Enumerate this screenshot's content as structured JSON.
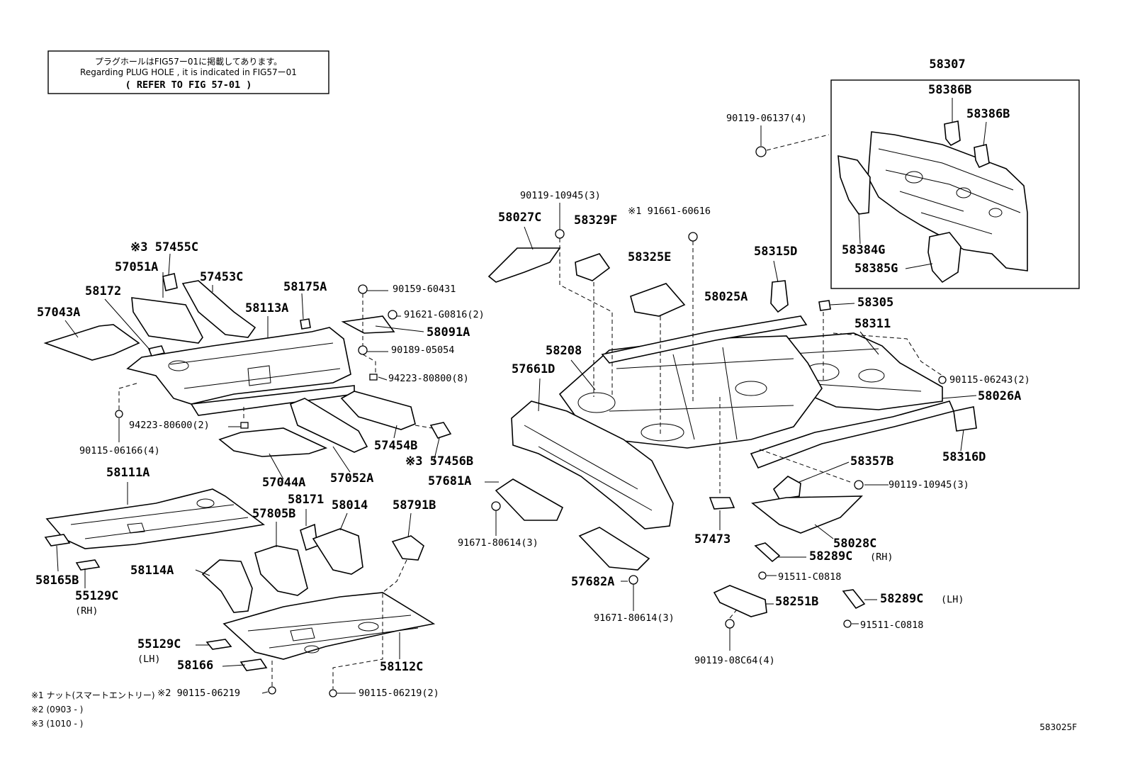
{
  "notice": {
    "line1": "プラグホールはFIG57ー01に掲載してあります。",
    "line2": "Regarding PLUG HOLE , it is indicated in FIG57ー01",
    "line3": "( REFER TO FIG 57-01 )"
  },
  "diagram_code": "583025F",
  "footnotes": [
    "※1 ナット(スマートエントリー)",
    "※2 (0903 -        )",
    "※3 (1010 -        )"
  ],
  "parts": {
    "p58307": "58307",
    "p58386B_a": "58386B",
    "p58386B_b": "58386B",
    "p58384G": "58384G",
    "p58385G": "58385G",
    "p90119_06137": "90119-06137(4)",
    "p90119_10945_a": "90119-10945(3)",
    "p58027C": "58027C",
    "p58329F": "58329F",
    "p91661_60616": "※1 91661-60616",
    "p58325E": "58325E",
    "p58315D": "58315D",
    "p58025A": "58025A",
    "p58305": "58305",
    "p58311": "58311",
    "p58208": "58208",
    "p57661D": "57661D",
    "p90115_06243": "90115-06243(2)",
    "p58026A": "58026A",
    "p58316D": "58316D",
    "p58357B": "58357B",
    "p90119_10945_b": "90119-10945(3)",
    "p57681A": "57681A",
    "p91671_80614_a": "91671-80614(3)",
    "p57473": "57473",
    "p58028C": "58028C",
    "p58289C_rh": "58289C",
    "rh_a": "(RH)",
    "p91511_C0818_a": "91511-C0818",
    "p57682A": "57682A",
    "p58251B": "58251B",
    "p58289C_lh": "58289C",
    "lh_a": "(LH)",
    "p91671_80614_b": "91671-80614(3)",
    "p91511_C0818_b": "91511-C0818",
    "p90119_08C64": "90119-08C64(4)",
    "p57455C": "※3 57455C",
    "p57051A": "57051A",
    "p57453C": "57453C",
    "p58172": "58172",
    "p58175A": "58175A",
    "p58113A": "58113A",
    "p57043A": "57043A",
    "p90159_60431": "90159-60431",
    "p91621_G0816": "91621-G0816(2)",
    "p58091A": "58091A",
    "p90189_05054": "90189-05054",
    "p94223_80800": "94223-80800(8)",
    "p94223_80600": "94223-80600(2)",
    "p90115_06166": "90115-06166(4)",
    "p57454B": "57454B",
    "p57456B": "※3 57456B",
    "p57044A": "57044A",
    "p57052A": "57052A",
    "p58111A": "58111A",
    "p58171": "58171",
    "p58014": "58014",
    "p58791B": "58791B",
    "p57805B": "57805B",
    "p58114A": "58114A",
    "p58165B": "58165B",
    "p55129C_rh": "55129C",
    "rh_b": "(RH)",
    "p55129C_lh": "55129C",
    "lh_b": "(LH)",
    "p58166": "58166",
    "p58112C": "58112C",
    "p90115_06219_a": "※2 90115-06219",
    "p90115_06219_b": "90115-06219(2)"
  }
}
